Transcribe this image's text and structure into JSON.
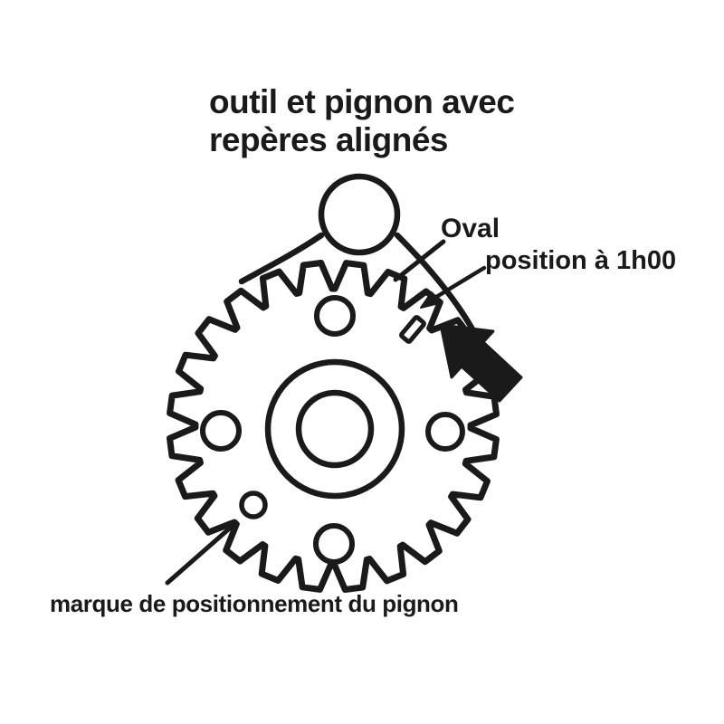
{
  "title": {
    "line1": "outil et pignon avec",
    "line2": "repères alignés"
  },
  "labels": {
    "oval": "Oval",
    "position": "position à 1h00",
    "bottom": "marque de positionnement du pignon"
  },
  "colors": {
    "ink": "#1a1a1a",
    "background": "#ffffff"
  }
}
